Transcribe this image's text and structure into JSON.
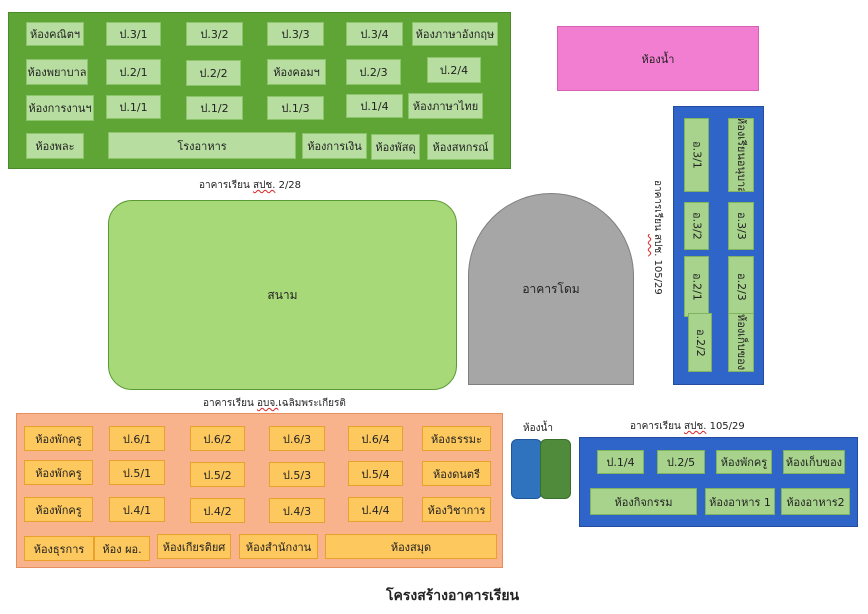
{
  "buildings": {
    "top_green": {
      "label_prefix": "อาคารเรียน",
      "label_code": "สปช.",
      "label_suffix": "2/28",
      "rooms": {
        "r1": [
          "ห้องคณิตฯ",
          "ป.3/1",
          "ป.3/2",
          "ป.3/3",
          "ป.3/4",
          "ห้องภาษาอังกฤษ"
        ],
        "r2": [
          "ห้องพยาบาล",
          "ป.2/1",
          "ป.2/2",
          "ห้องคอมฯ",
          "ป.2/3",
          "ป.2/4"
        ],
        "r3": [
          "ห้องการงานฯ",
          "ป.1/1",
          "ป.1/2",
          "ป.1/3",
          "ป.1/4",
          "ห้องภาษาไทย"
        ],
        "r4": [
          "ห้องพละ",
          "โรงอาหาร",
          "ห้องการเงิน",
          "ห้องพัสดุ",
          "ห้องสหกรณ์"
        ]
      }
    },
    "restroom_top": "ห้องน้ำ",
    "right_blue": {
      "label_prefix": "อาคารเรียน",
      "label_code": "สปช.",
      "label_suffix": "105/29",
      "rooms": [
        "อ.3/1",
        "ห้องเรียนอนุบาล",
        "อ.3/2",
        "อ.3/3",
        "อ.2/1",
        "อ.2/3",
        "อ.2/2",
        "ห้องเก็บของ"
      ]
    },
    "field": "สนาม",
    "dome": "อาคารโดม",
    "bottom_orange": {
      "label_prefix": "อาคารเรียน",
      "label_code": "อบจ.",
      "label_suffix": "เฉลิมพระเกียรติ",
      "rooms": {
        "r1": [
          "ห้องพักครู",
          "ป.6/1",
          "ป.6/2",
          "ป.6/3",
          "ป.6/4",
          "ห้องธรรมะ"
        ],
        "r2": [
          "ห้องพักครู",
          "ป.5/1",
          "ป.5/2",
          "ป.5/3",
          "ป.5/4",
          "ห้องดนตรี"
        ],
        "r3": [
          "ห้องพักครู",
          "ป.4/1",
          "ป.4/2",
          "ป.4/3",
          "ป.4/4",
          "ห้องวิชาการ"
        ],
        "r4": [
          "ห้องธุรการ",
          "ห้อง ผอ.",
          "ห้องเกียรติยศ",
          "ห้องสำนักงาน",
          "ห้องสมุด"
        ]
      }
    },
    "restroom_bottom": "ห้องน้ำ",
    "bottom_blue": {
      "label_prefix": "อาคารเรียน",
      "label_code": "สปช.",
      "label_suffix": "105/29",
      "rooms": {
        "r1": [
          "ป.1/4",
          "ป.2/5",
          "ห้องพักครู",
          "ห้องเก็บของ"
        ],
        "r2": [
          "ห้องกิจกรรม",
          "ห้องอาหาร 1",
          "ห้องอาหาร2"
        ]
      }
    }
  },
  "caption": "โครงสร้างอาคารเรียน",
  "colors": {
    "green_building": "#5fa535",
    "orange_building": "#f8b38d",
    "blue_building": "#2f64c8",
    "restroom_pink": "#f27ed1",
    "field": "#a8d978",
    "dome": "#a6a6a6"
  }
}
